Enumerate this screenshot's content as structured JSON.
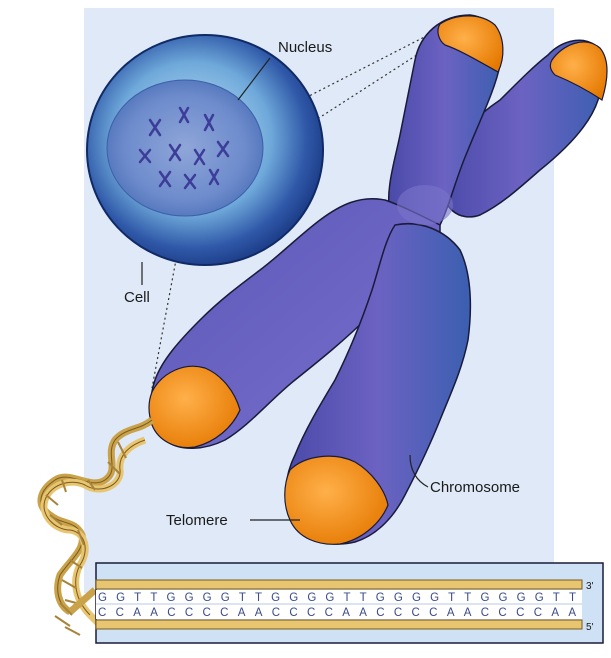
{
  "labels": {
    "nucleus": "Nucleus",
    "cell": "Cell",
    "telomere": "Telomere",
    "chromosome": "Chromosome"
  },
  "sequence": {
    "top_strand": "GGTTGGGGTTGGGGTTGGGGTTGGGGTT",
    "bottom_strand": "CCAACCCCAACCCCAACCCCAACCCCAA",
    "end_top": "3'",
    "end_bottom": "5'"
  },
  "colors": {
    "panel_bg": "#dfe9f7",
    "chromosome": "#5d58b5",
    "telomere": "#f08a10",
    "dna": "#e7c571",
    "cell_outer": "#1f3f8f",
    "nucleus": "#5f8ec8"
  }
}
